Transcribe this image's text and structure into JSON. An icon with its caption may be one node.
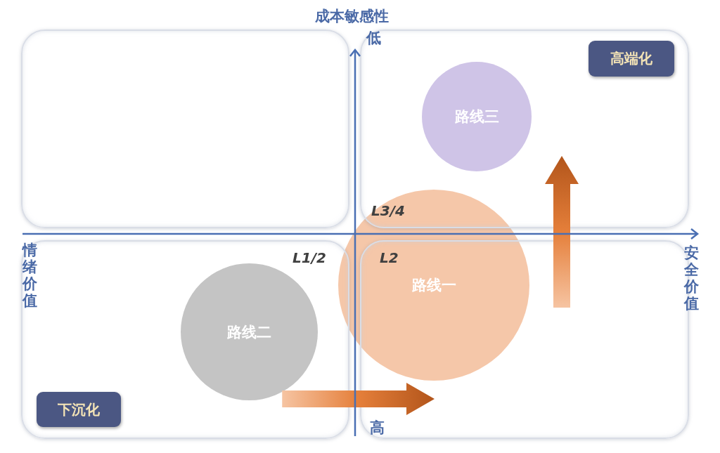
{
  "diagram": {
    "nodes": [
      {
        "text": [],
        "shape": "box"
      },
      {
        "text": [],
        "shape": "box"
      },
      {
        "text": [
          "高端化"
        ],
        "in": 1
      },
      {
        "text": [
          "路线三"
        ],
        "in": 1
      },
      {
        "text": [],
        "shape": "box"
      },
      {
        "text": [
          "路线二"
        ],
        "in": 4
      },
      {
        "text": [
          "下沉化"
        ],
        "in": 4
      },
      {
        "text": [],
        "shape": "box"
      },
      {
        "text": [
          "路线一"
        ]
      }
    ],
    "edges": [
      {
        "from": 5,
        "to": 7,
        "arrow": "to"
      }
    ],
    "labels": [
      "成本敏感性",
      "低",
      "L3/4",
      "情绪价值",
      "安全价值",
      "L1/2",
      "L2",
      "高"
    ]
  }
}
